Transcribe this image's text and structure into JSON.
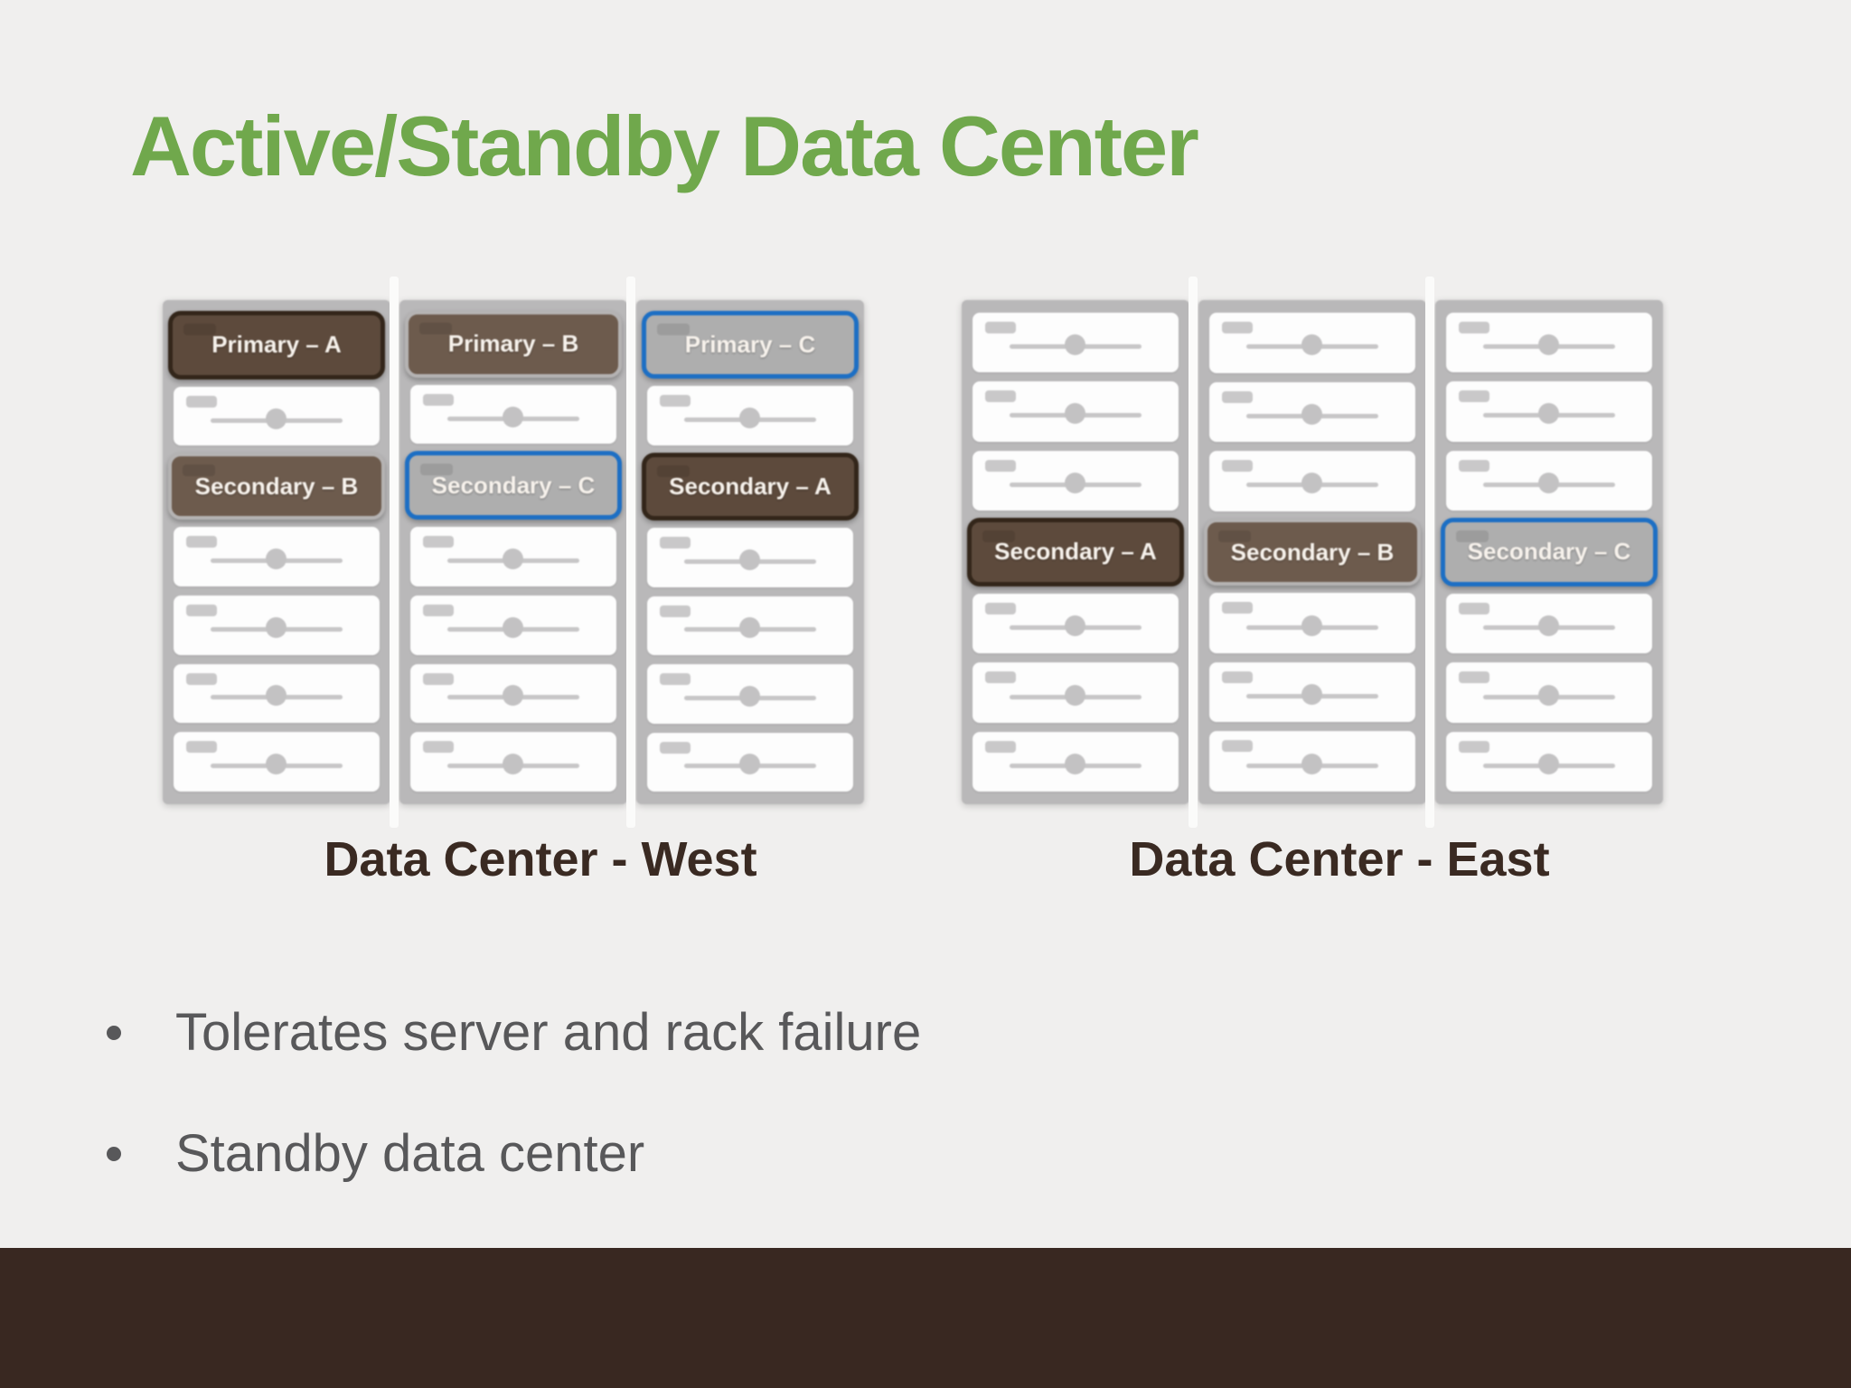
{
  "slide": {
    "title": "Active/Standby Data Center",
    "bullets": [
      "Tolerates server and rack failure",
      "Standby data center"
    ]
  },
  "colors": {
    "background": "#f0efee",
    "title_green": "#70a84c",
    "caption_brown": "#3a2a22",
    "bullet_gray": "#58585a",
    "footer_brown": "#392821",
    "rack_gray": "#b9b8b9",
    "server_white": "#fdfdfd",
    "node_dark_fill": "#5d4a3c",
    "node_dark_border": "#33261a",
    "node_brown_fill": "#6d5b4d",
    "node_brown_border": "#b5b3b3",
    "node_gray_fill": "#aeaeae",
    "node_blue_border": "#1d6fc4",
    "node_text": "#f7f2ec"
  },
  "datacenters": [
    {
      "caption": "Data Center - West",
      "racks": [
        {
          "slots": [
            {
              "type": "box",
              "label": "Primary – A",
              "variant": "dark"
            },
            {
              "type": "server"
            },
            {
              "type": "box",
              "label": "Secondary – B",
              "variant": "brown"
            },
            {
              "type": "server"
            },
            {
              "type": "server"
            },
            {
              "type": "server"
            },
            {
              "type": "server"
            }
          ]
        },
        {
          "slots": [
            {
              "type": "box",
              "label": "Primary – B",
              "variant": "brown"
            },
            {
              "type": "server"
            },
            {
              "type": "box",
              "label": "Secondary – C",
              "variant": "blue"
            },
            {
              "type": "server"
            },
            {
              "type": "server"
            },
            {
              "type": "server"
            },
            {
              "type": "server"
            }
          ]
        },
        {
          "slots": [
            {
              "type": "box",
              "label": "Primary – C",
              "variant": "blue"
            },
            {
              "type": "server"
            },
            {
              "type": "box",
              "label": "Secondary – A",
              "variant": "dark"
            },
            {
              "type": "server"
            },
            {
              "type": "server"
            },
            {
              "type": "server"
            },
            {
              "type": "server"
            }
          ]
        }
      ]
    },
    {
      "caption": "Data Center - East",
      "racks": [
        {
          "slots": [
            {
              "type": "server"
            },
            {
              "type": "server"
            },
            {
              "type": "server"
            },
            {
              "type": "box",
              "label": "Secondary – A",
              "variant": "dark"
            },
            {
              "type": "server"
            },
            {
              "type": "server"
            },
            {
              "type": "server"
            }
          ]
        },
        {
          "slots": [
            {
              "type": "server"
            },
            {
              "type": "server"
            },
            {
              "type": "server"
            },
            {
              "type": "box",
              "label": "Secondary – B",
              "variant": "brown"
            },
            {
              "type": "server"
            },
            {
              "type": "server"
            },
            {
              "type": "server"
            }
          ]
        },
        {
          "slots": [
            {
              "type": "server"
            },
            {
              "type": "server"
            },
            {
              "type": "server"
            },
            {
              "type": "box",
              "label": "Secondary – C",
              "variant": "blue"
            },
            {
              "type": "server"
            },
            {
              "type": "server"
            },
            {
              "type": "server"
            }
          ]
        }
      ]
    }
  ]
}
